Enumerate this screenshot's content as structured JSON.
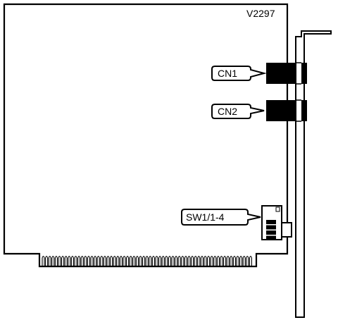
{
  "model_code": "V2297",
  "connectors": [
    {
      "id": "cn1",
      "label": "CN1"
    },
    {
      "id": "cn2",
      "label": "CN2"
    }
  ],
  "switch": {
    "label": "SW1/1-4",
    "positions": 4
  },
  "colors": {
    "line": "#000000",
    "background": "#ffffff"
  }
}
